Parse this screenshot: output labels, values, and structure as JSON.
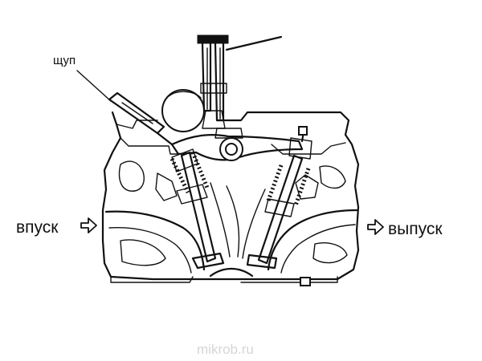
{
  "labels": {
    "feeler": "щуп",
    "intake": "впуск",
    "exhaust": "выпуск"
  },
  "watermark": "mikrob.ru",
  "colors": {
    "ink": "#111111",
    "watermark": "#d6d6d6",
    "background": "#ffffff"
  },
  "icons": {
    "intake_arrow": "right-arrow-outline-icon",
    "exhaust_arrow": "right-arrow-outline-icon"
  }
}
